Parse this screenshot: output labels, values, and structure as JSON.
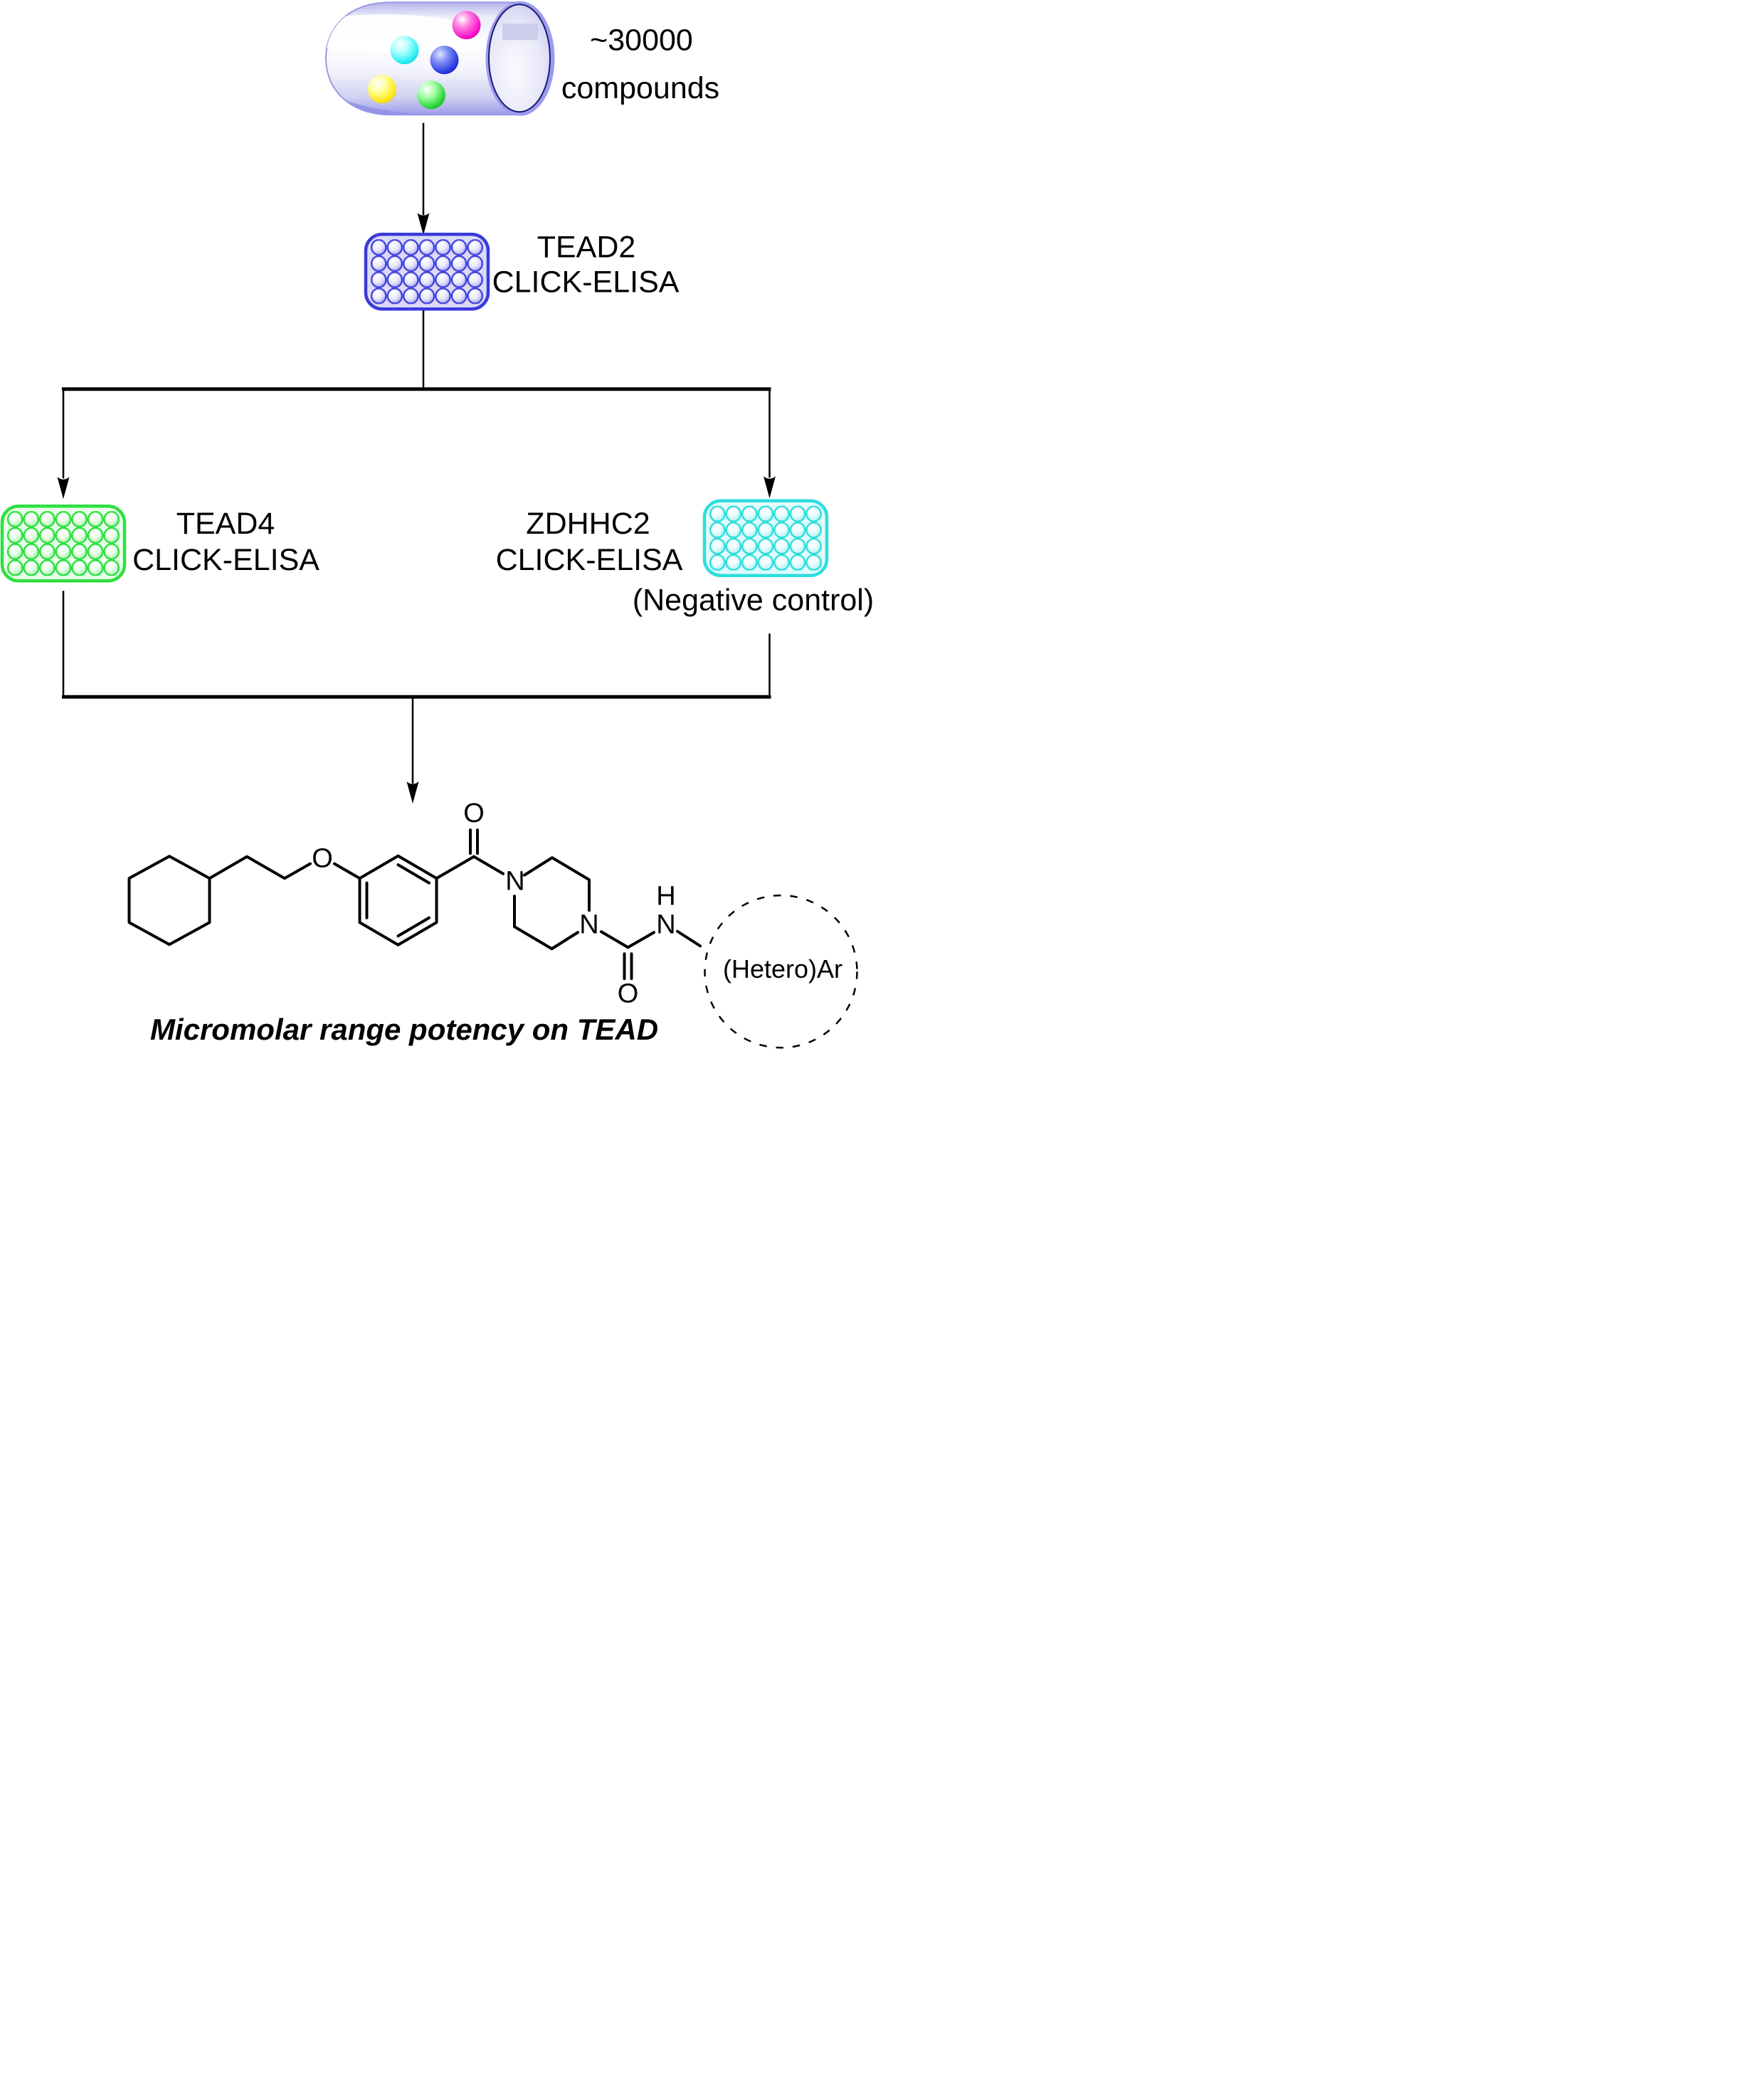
{
  "library": {
    "count": "~30000",
    "unit": "compounds",
    "ball_colors": [
      "#f913c9",
      "#28f0f0",
      "#2a3ae0",
      "#ffe818",
      "#2ad83a"
    ],
    "vessel_color": "#9b9bef"
  },
  "assays": [
    {
      "id": "tead2",
      "line1": "TEAD2",
      "line2": "CLICK-ELISA",
      "plate_color": "#3a3ad9",
      "well_color": "#4646e2",
      "plate_fill": "#dbdbf7"
    },
    {
      "id": "tead4",
      "line1": "TEAD4",
      "line2": "CLICK-ELISA",
      "plate_color": "#2fdf40",
      "well_color": "#2fdf40",
      "plate_fill": "#e6ffe8"
    },
    {
      "id": "zdhhc2",
      "line1": "ZDHHC2",
      "line2": "CLICK-ELISA",
      "note": "(Negative control)",
      "plate_color": "#2fdede",
      "well_color": "#2fdede",
      "plate_fill": "#e2fcfc"
    }
  ],
  "molecule": {
    "atom_labels": {
      "ether_oxygen": "O",
      "carbonyl_oxygen": "O",
      "piperazine_n1": "N",
      "piperazine_n2": "N",
      "urea_oxygen": "O",
      "amide_nitrogen": "N",
      "amide_hydrogen": "H",
      "aryl_group": "(Hetero)Ar"
    }
  },
  "caption": "Micromolar range potency on TEAD",
  "colors": {
    "line": "#000000",
    "background": "#ffffff",
    "cylinder_rim": "#1b1b72"
  }
}
